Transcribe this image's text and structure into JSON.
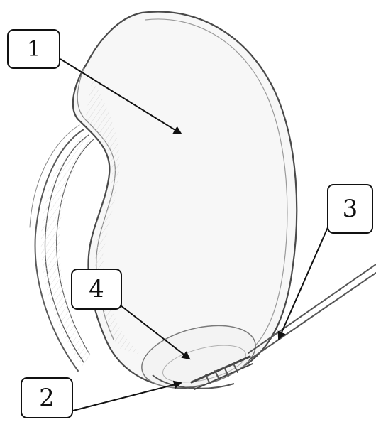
{
  "labels": [
    {
      "id": "1",
      "text": "1"
    },
    {
      "id": "2",
      "text": "2"
    },
    {
      "id": "3",
      "text": "3"
    },
    {
      "id": "4",
      "text": "4"
    }
  ],
  "colors": {
    "outline": "#4a4a4a",
    "shading": "#b8b8b8",
    "arrow": "#111111",
    "background": "#ffffff"
  }
}
